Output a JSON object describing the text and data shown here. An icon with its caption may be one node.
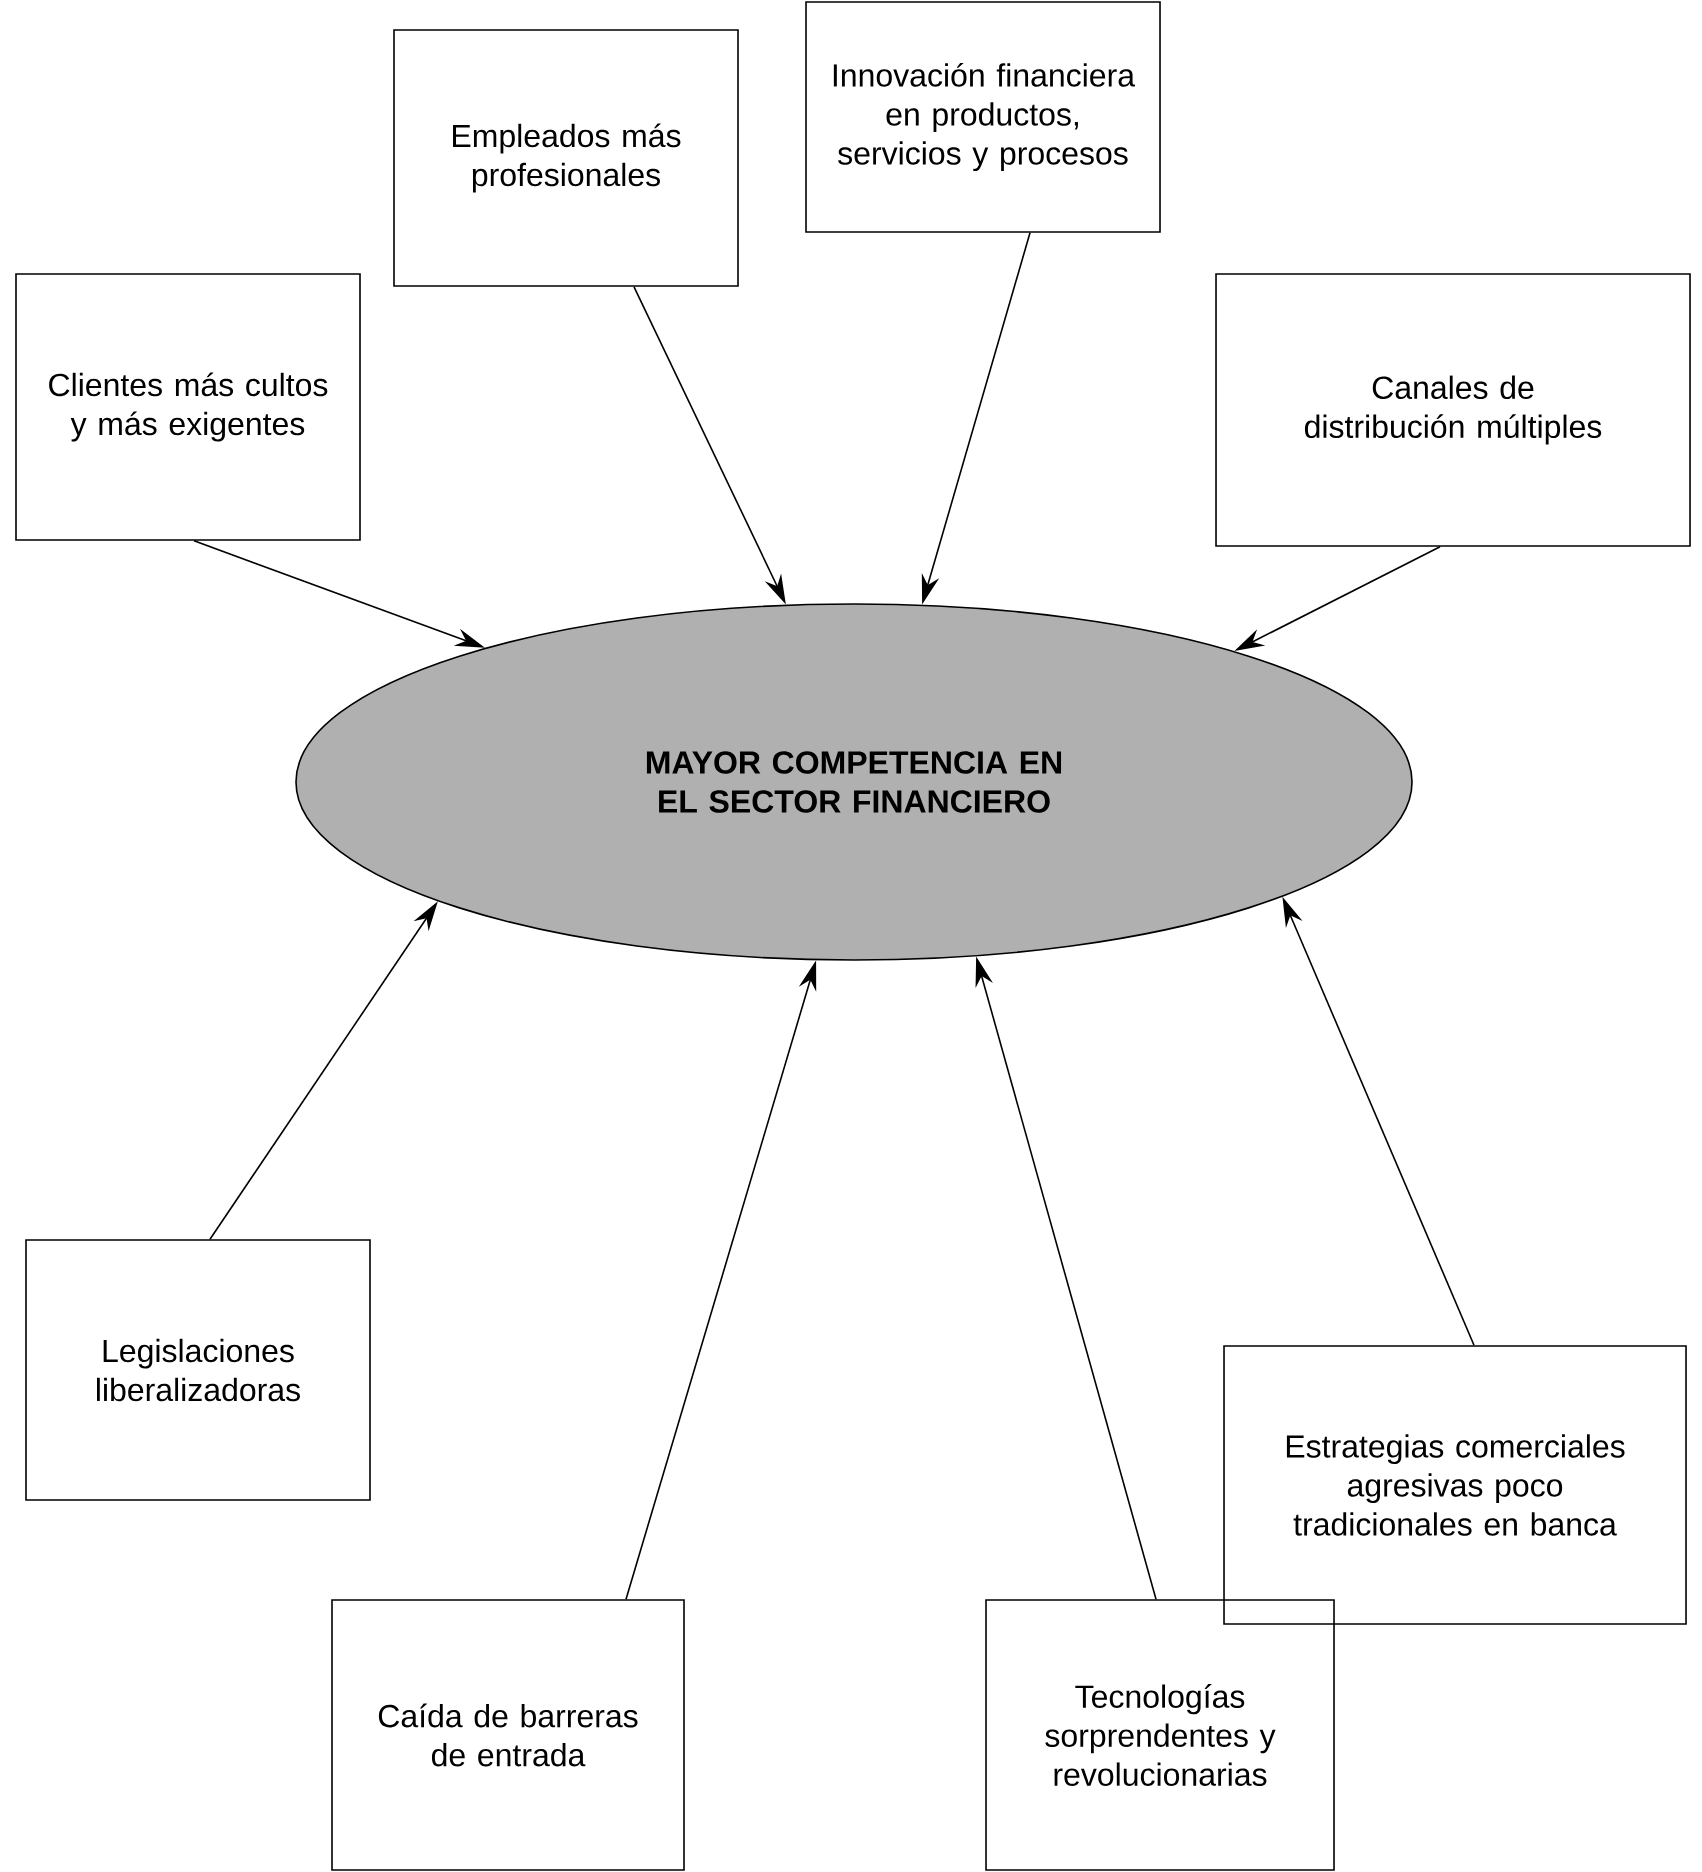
{
  "diagram": {
    "nodes": [
      {
        "text": [
          "Empleados más profesionales"
        ]
      },
      {
        "text": [
          "Innovación financiera en productos, servicios y procesos"
        ]
      },
      {
        "text": [
          "Clientes más cultos y más exigentes"
        ]
      },
      {
        "text": [
          "Canales de distribución múltiples"
        ]
      },
      {
        "text": [
          "MAYOR COMPETENCIA EN EL SECTOR FINANCIERO"
        ]
      },
      {
        "text": [
          "Legislaciones liberalizadoras"
        ]
      },
      {
        "text": [
          "Estrategias comerciales agresivas poco tradicionales en banca"
        ]
      },
      {
        "text": [
          "Caída de barreras de entrada"
        ]
      },
      {
        "text": [
          "Tecnologías sorprendentes y revolucionarias"
        ]
      }
    ],
    "edges": [
      {
        "from": 2,
        "to": 4,
        "arrow": "to"
      },
      {
        "from": 0,
        "to": 4,
        "arrow": "to"
      },
      {
        "from": 1,
        "to": 4,
        "arrow": "to"
      },
      {
        "from": 3,
        "to": 4,
        "arrow": "to"
      },
      {
        "from": 5,
        "to": 4,
        "arrow": "to"
      },
      {
        "from": 7,
        "to": 4,
        "arrow": "to"
      },
      {
        "from": 8,
        "to": 4,
        "arrow": "to"
      },
      {
        "from": 6,
        "to": 4,
        "arrow": "to"
      }
    ]
  }
}
